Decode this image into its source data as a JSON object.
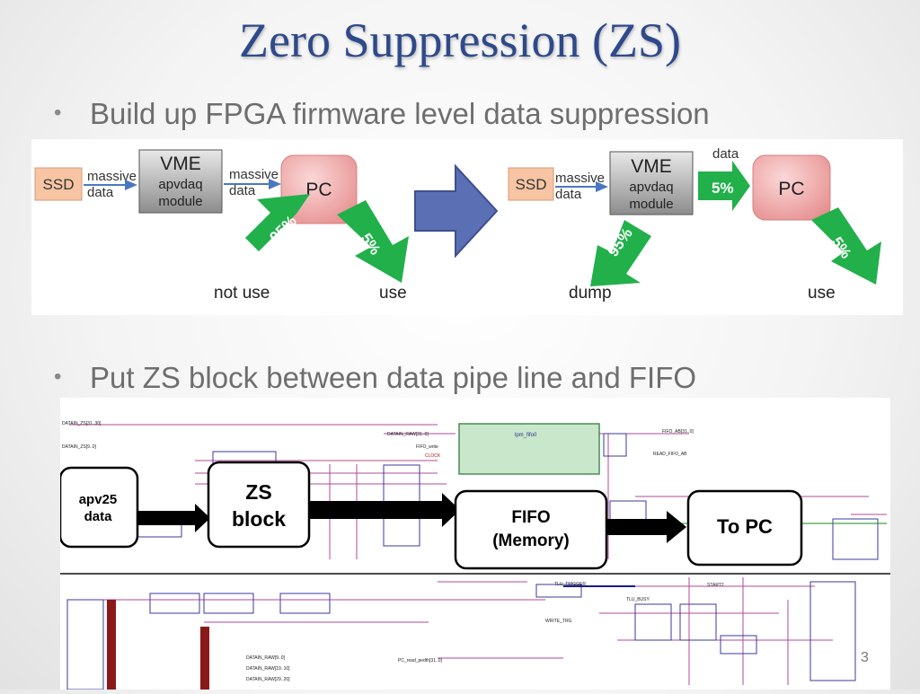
{
  "title": "Zero Suppression (ZS)",
  "bullets": [
    {
      "text": "Build up FPGA firmware level data suppression"
    },
    {
      "text": "Put ZS block between data pipe line and FIFO"
    }
  ],
  "diagram_before": {
    "ssd": "SSD",
    "massive1": "massive",
    "data1": "data",
    "vme": "VME",
    "apvdaq": "apvdaq",
    "module": "module",
    "massive2": "massive",
    "data2": "data",
    "pc": "PC",
    "pct_left": "95%",
    "pct_right": "5%",
    "label_left": "not use",
    "label_right": "use"
  },
  "diagram_after": {
    "ssd": "SSD",
    "massive": "massive",
    "data": "data",
    "vme": "VME",
    "apvdaq": "apvdaq",
    "module": "module",
    "data_top": "data",
    "pct_to_pc": "5%",
    "pc": "PC",
    "pct_dump": "95%",
    "pct_use": "5%",
    "label_dump": "dump",
    "label_use": "use"
  },
  "firmware": {
    "apv_line1": "apv25",
    "apv_line2": "data",
    "zs_line1": "ZS",
    "zs_line2": "block",
    "fifo_line1": "FIFO",
    "fifo_line2": "(Memory)",
    "topc": "To PC",
    "sig_datain_zs": "DATAIN_ZS[31..30]",
    "sig_datain_zs_b": "DATAIN_ZS[9..0]",
    "sig_datain_raw": "DATAIN_RAW[31..0]",
    "sig_fifo_write": "FIFO_write",
    "sig_clock": "CLOCK",
    "sig_lpm_fifo": "lpm_fifo0",
    "sig_fifo_ab": "FIFO_AB[31..0]",
    "sig_read_fifo": "READ_FIFO_AB",
    "sig_tlu_trigger": "TLU_TRIGGER",
    "sig_tlu_busy": "TLU_BUSY",
    "sig_write_trg": "WRITE_TRG",
    "sig_start": "START2",
    "sig_pc_read": "PC_read_pedth[31..0]",
    "sig_datain_raw2": "DATAIN_RAW[9..0]",
    "sig_datain_raw3": "DATAIN_RAW[19..10]",
    "sig_datain_raw4": "DATAIN_RAW[29..20]"
  },
  "page_number": "3",
  "colors": {
    "title": "#2f4a8a",
    "ssd_fill": "#f7c5a3",
    "pc_fill": "#f2a6a6",
    "arrow_green": "#22b04b",
    "big_arrow_blue": "#5b6fb5",
    "schematic_purple": "#7a2a8a"
  }
}
